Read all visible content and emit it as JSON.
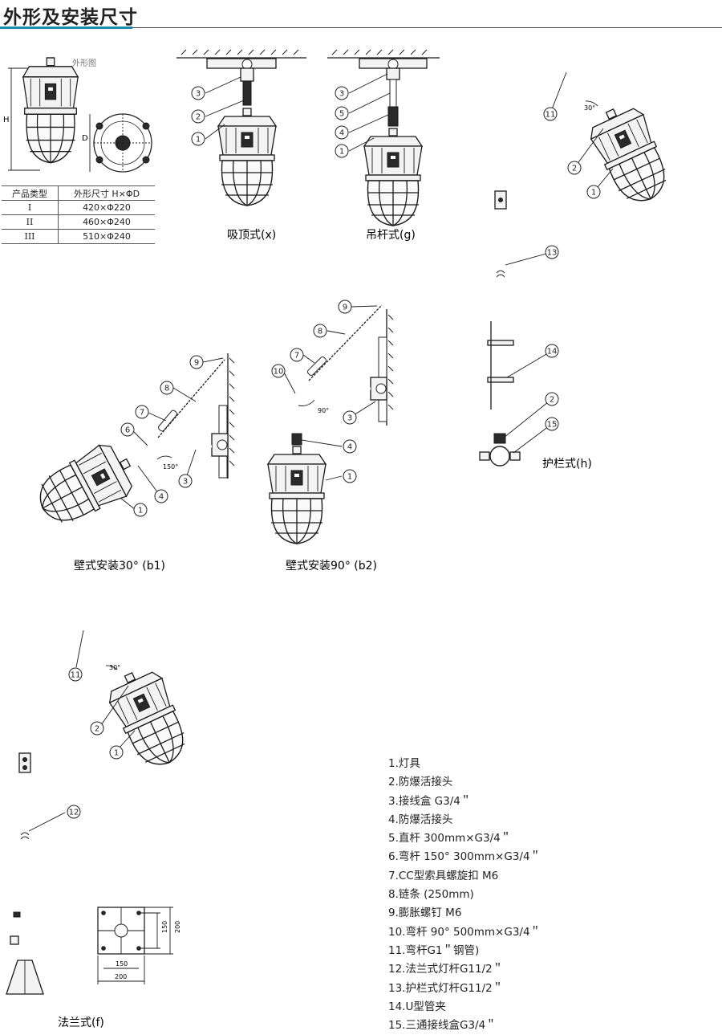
{
  "title": "外形及安装尺寸",
  "outline_label": "外形图",
  "dim_H": "H",
  "dim_D": "D",
  "table": {
    "headers": [
      "产品类型",
      "外形尺寸 H×ΦD"
    ],
    "rows": [
      [
        "I",
        "420×Φ220"
      ],
      [
        "II",
        "460×Φ240"
      ],
      [
        "III",
        "510×Φ240"
      ]
    ]
  },
  "captions": {
    "x": "吸顶式(x)",
    "g": "吊杆式(g)",
    "h": "护栏式(h)",
    "b1": "壁式安装30°  (b1)",
    "b2": "壁式安装90°  (b2)",
    "f": "法兰式(f)"
  },
  "angles": {
    "a30_h": "30°",
    "a150": "150°",
    "a90": "90°",
    "a30_f": "30°"
  },
  "flange_dims": {
    "d150_v": "150",
    "d200_v": "200",
    "d150_h": "150",
    "d200_h": "200"
  },
  "callouts": {
    "n1": "1",
    "n2": "2",
    "n3": "3",
    "n4": "4",
    "n5": "5",
    "n6": "6",
    "n7": "7",
    "n8": "8",
    "n9": "9",
    "n10": "10",
    "n11": "11",
    "n12": "12",
    "n13": "13",
    "n14": "14",
    "n15": "15"
  },
  "legend": [
    "1.灯具",
    "2.防爆活接头",
    "3.接线盒 G3/4＂",
    "4.防爆活接头",
    "5.直杆 300mm×G3/4＂",
    "6.弯杆 150°  300mm×G3/4＂",
    "7.CC型索具螺旋扣 M6",
    "8.链条 (250mm)",
    "9.膨胀螺钉 M6",
    "10.弯杆 90°  500mm×G3/4＂",
    "11.弯杆G1＂钢管)",
    "12.法兰式灯杆G11/2＂",
    "13.护栏式灯杆G11/2＂",
    "14.U型管夹",
    "15.三通接线盒G3/4＂"
  ]
}
